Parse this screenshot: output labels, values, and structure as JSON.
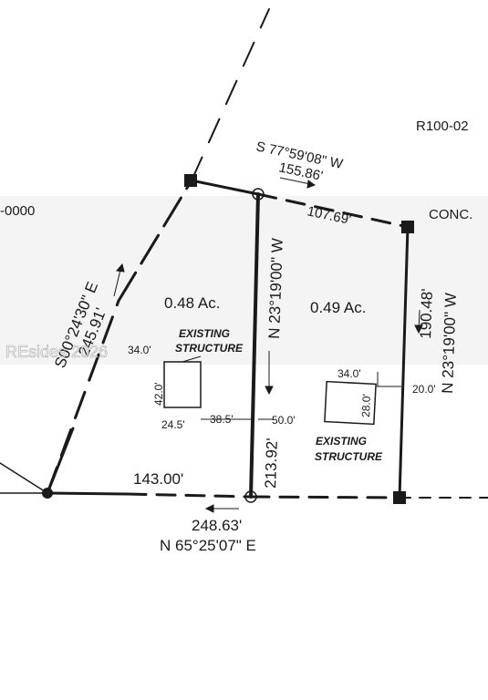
{
  "parcel_ids": {
    "top_right": "R100-02",
    "left": "-0000"
  },
  "monument_note": "CONC.",
  "watermark": "REsides 2026",
  "lots": {
    "left": {
      "area": "0.48 Ac.",
      "structure_label_line1": "EXISTING",
      "structure_label_line2": "STRUCTURE",
      "structure_dims": {
        "side": "34.0'",
        "height": "42.0'",
        "width": "24.5'",
        "offset": "38.5'"
      }
    },
    "right": {
      "area": "0.49 Ac.",
      "structure_label_line1": "EXISTING",
      "structure_label_line2": "STRUCTURE",
      "structure_dims": {
        "width": "34.0'",
        "height": "28.0'",
        "setback_right": "20.0'",
        "setback_left": "50.0'"
      }
    }
  },
  "boundaries": {
    "north_bearing": "S 77°59'08\" W",
    "north_total": "155.86'",
    "north_segment": "107.69'",
    "west_bearing": "S00°24'30\" E",
    "west_distance": "245.91'",
    "east_bearing": "N 23°19'00\" W",
    "east_distance": "190.48'",
    "middle_bearing": "N 23°19'00\" W",
    "middle_distance": "213.92'",
    "south_segment": "143.00'",
    "south_total": "248.63'",
    "south_bearing": "N 65°25'07\" E"
  },
  "colors": {
    "ink": "#1a1a1a",
    "paper": "#ffffff"
  }
}
